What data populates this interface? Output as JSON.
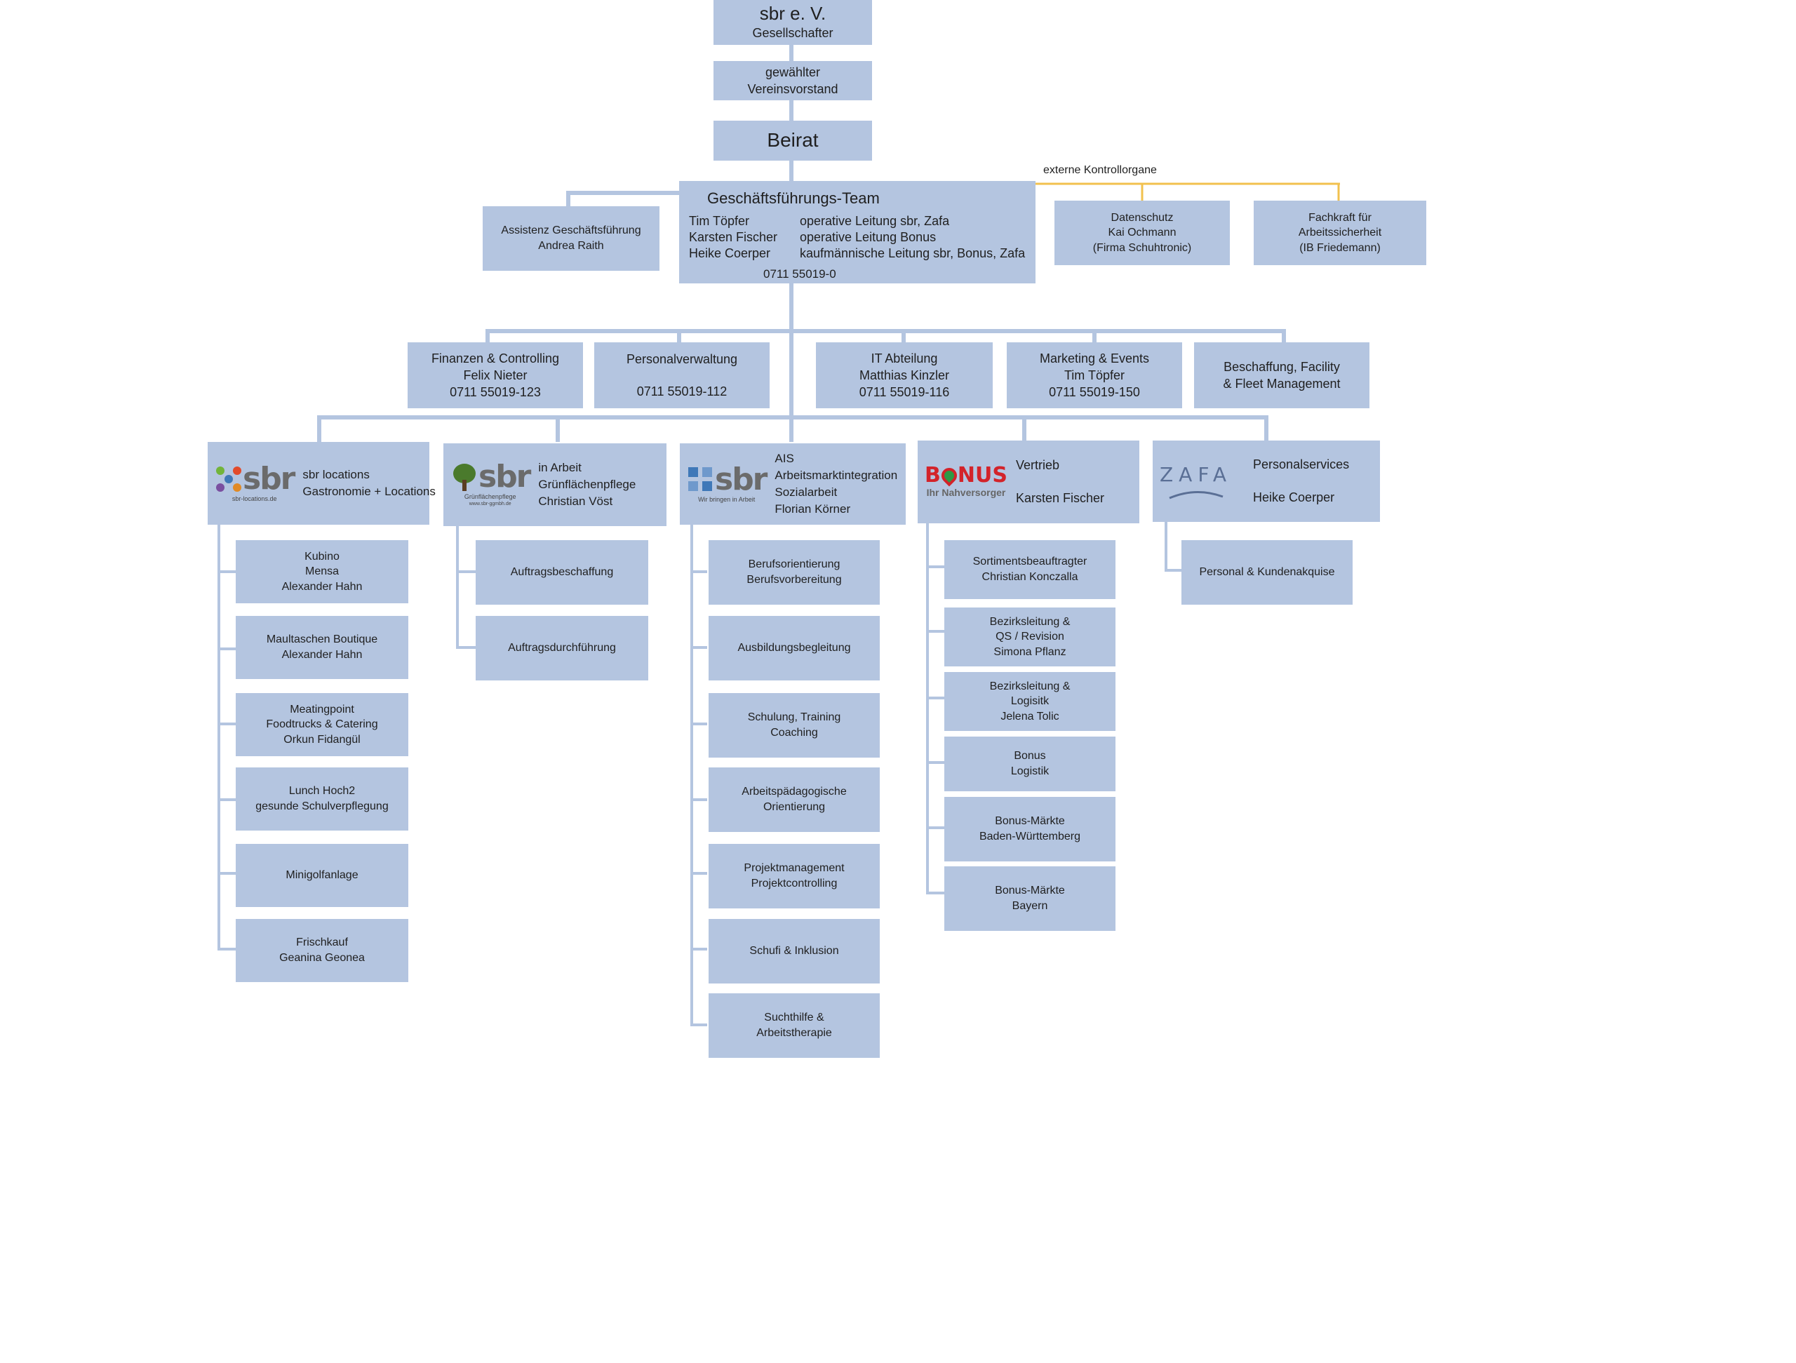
{
  "top": {
    "sbr_title": "sbr e. V.",
    "sbr_sub": "Gesellschafter",
    "vorstand": [
      "gewählter",
      "Vereinsvorstand"
    ],
    "beirat": "Beirat"
  },
  "assistenz": [
    "Assistenz Geschäftsführung",
    "Andrea Raith"
  ],
  "gf": {
    "title": "Geschäftsführungs-Team",
    "members": [
      {
        "name": "Tim Töpfer",
        "role": "operative Leitung sbr, Zafa"
      },
      {
        "name": "Karsten Fischer",
        "role": "operative Leitung Bonus"
      },
      {
        "name": "Heike Coerper",
        "role": "kaufmännische Leitung sbr, Bonus, Zafa"
      }
    ],
    "phone": "0711 55019-0"
  },
  "extern": {
    "label": "externe Kontrollorgane",
    "datenschutz": [
      "Datenschutz",
      "Kai Ochmann",
      "(Firma Schuhtronic)"
    ],
    "fachkraft": [
      "Fachkraft für",
      "Arbeitssicherheit",
      "(IB Friedemann)"
    ]
  },
  "departments": [
    [
      "Finanzen & Controlling",
      "Felix Nieter",
      "0711 55019-123"
    ],
    [
      "Personalverwaltung",
      "",
      "0711 55019-112"
    ],
    [
      "IT Abteilung",
      "Matthias Kinzler",
      "0711 55019-116"
    ],
    [
      "Marketing & Events",
      "Tim Töpfer",
      "0711 55019-150"
    ],
    [
      "Beschaffung, Facility",
      "& Fleet Management"
    ]
  ],
  "units": [
    {
      "logo_word": "sbr",
      "logo_sub": "sbr-locations.de",
      "lines": [
        "sbr locations",
        "Gastronomie + Locations"
      ]
    },
    {
      "logo_word": "sbr",
      "logo_sub": "Grünflächenpflege",
      "logo_sub2": "www.sbr-ggmbh.de",
      "lines": [
        "in Arbeit",
        "Grünflächenpflege",
        "Christian Vöst"
      ]
    },
    {
      "logo_word": "sbr",
      "logo_sub": "Wir bringen in Arbeit",
      "lines": [
        "AIS",
        "Arbeitsmarktintegration",
        "Sozialarbeit",
        "Florian Körner"
      ]
    },
    {
      "logo_word_b": "B",
      "logo_word_rest": "NUS",
      "logo_sub": "Ihr Nahversorger",
      "lines": [
        "Vertrieb",
        "",
        "Karsten Fischer"
      ]
    },
    {
      "logo_word": "ZAFA",
      "lines": [
        "Personalservices",
        "",
        "Heike Coerper"
      ]
    }
  ],
  "col_locations": [
    [
      "Kubino",
      "Mensa",
      "Alexander Hahn"
    ],
    [
      "Maultaschen Boutique",
      "Alexander Hahn"
    ],
    [
      "Meatingpoint",
      "Foodtrucks & Catering",
      "Orkun Fidangül"
    ],
    [
      "Lunch Hoch2",
      "gesunde Schulverpflegung"
    ],
    [
      "Minigolfanlage"
    ],
    [
      "Frischkauf",
      "Geanina Geonea"
    ]
  ],
  "col_gruen": [
    [
      "Auftragsbeschaffung"
    ],
    [
      "Auftragsdurchführung"
    ]
  ],
  "col_ais": [
    [
      "Berufsorientierung",
      "Berufsvorbereitung"
    ],
    [
      "Ausbildungsbegleitung"
    ],
    [
      "Schulung, Training",
      "Coaching"
    ],
    [
      "Arbeitspädagogische",
      "Orientierung"
    ],
    [
      "Projektmanagement",
      "Projektcontrolling"
    ],
    [
      "Schufi & Inklusion"
    ],
    [
      "Suchthilfe &",
      "Arbeitstherapie"
    ]
  ],
  "col_bonus": [
    [
      "Sortimentsbeauftragter",
      "Christian Konczalla"
    ],
    [
      "Bezirksleitung &",
      "QS / Revision",
      "Simona Pflanz"
    ],
    [
      "Bezirksleitung &",
      "Logisitk",
      "Jelena Tolic"
    ],
    [
      "Bonus",
      "Logistik"
    ],
    [
      "Bonus-Märkte",
      "Baden-Württemberg"
    ],
    [
      "Bonus-Märkte",
      "Bayern"
    ]
  ],
  "col_zafa": [
    [
      "Personal & Kundenakquise"
    ]
  ],
  "colors": {
    "box": "#b4c5e0",
    "line": "#b4c5e0",
    "extern_line": "#f2c14e"
  }
}
